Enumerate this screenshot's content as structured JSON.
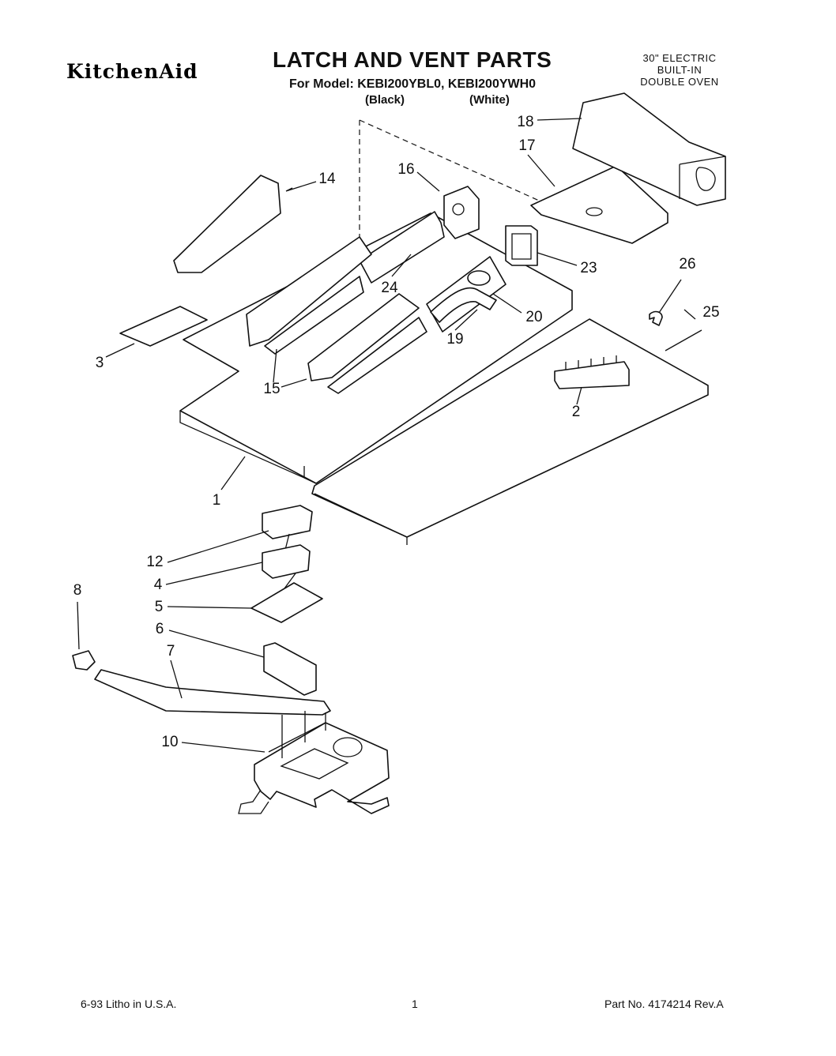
{
  "header": {
    "brand": "KitchenAid",
    "title": "LATCH AND VENT PARTS",
    "model_line": "For Model: KEBI200YBL0, KEBI200YWH0",
    "variant_black": "(Black)",
    "variant_white": "(White)",
    "spec_lines": [
      "30\" ELECTRIC",
      "BUILT-IN",
      "DOUBLE OVEN"
    ]
  },
  "callouts": [
    {
      "id": "1",
      "label": "1"
    },
    {
      "id": "2",
      "label": "2"
    },
    {
      "id": "3",
      "label": "3"
    },
    {
      "id": "4",
      "label": "4"
    },
    {
      "id": "5",
      "label": "5"
    },
    {
      "id": "6",
      "label": "6"
    },
    {
      "id": "7",
      "label": "7"
    },
    {
      "id": "8",
      "label": "8"
    },
    {
      "id": "10",
      "label": "10"
    },
    {
      "id": "12",
      "label": "12"
    },
    {
      "id": "14",
      "label": "14"
    },
    {
      "id": "15",
      "label": "15"
    },
    {
      "id": "16",
      "label": "16"
    },
    {
      "id": "17",
      "label": "17"
    },
    {
      "id": "18",
      "label": "18"
    },
    {
      "id": "19",
      "label": "19"
    },
    {
      "id": "20",
      "label": "20"
    },
    {
      "id": "23",
      "label": "23"
    },
    {
      "id": "24",
      "label": "24"
    },
    {
      "id": "25",
      "label": "25"
    },
    {
      "id": "26",
      "label": "26"
    }
  ],
  "footer": {
    "date": "6-93  Litho in U.S.A.",
    "page": "1",
    "part_no": "Part No. 4174214  Rev.A"
  }
}
